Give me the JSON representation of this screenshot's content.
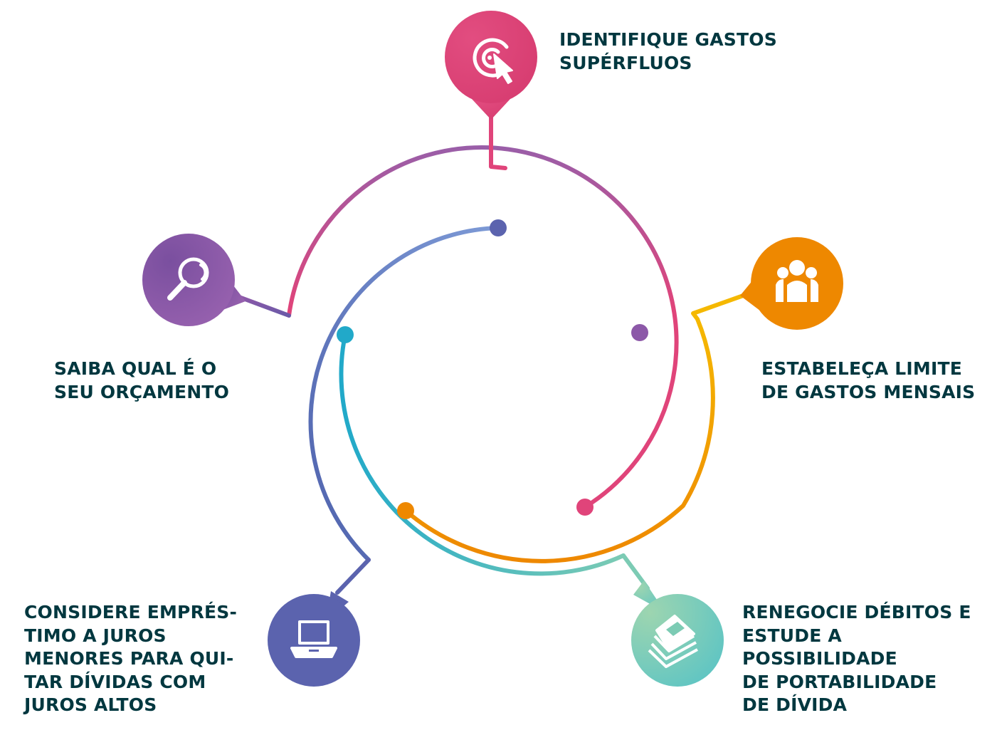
{
  "steps": {
    "identify": {
      "label": "IDENTIFIQUE GASTOS\nSUPÉRFLUOS",
      "icon": "target-cursor-icon",
      "color": "#d94177"
    },
    "limit": {
      "label": "ESTABELEÇA LIMITE\nDE GASTOS MENSAIS",
      "icon": "people-group-icon",
      "color": "#ee8800"
    },
    "renegotiate": {
      "label": "RENEGOCIE DÉBITOS E\nESTUDE A POSSIBILIDADE\nDE PORTABILIDADE\nDE DÍVIDA",
      "icon": "stacked-documents-icon",
      "color": "#7ccbb4"
    },
    "loan": {
      "label": "CONSIDERE EMPRÉS-\nTIMO A JUROS\nMENORES PARA QUI-\nTAR DÍVIDAS COM\nJUROS ALTOS",
      "icon": "laptop-icon",
      "color": "#5b63ae"
    },
    "budget": {
      "label": "SAIBA QUAL É O\nSEU ORÇAMENTO",
      "icon": "magnifier-icon",
      "color": "#8c58a8"
    }
  },
  "colors": {
    "text": "#00373f",
    "pink": "#e0447a",
    "orange": "#ee8800",
    "yellow": "#f5b800",
    "teal": "#7ccbb4",
    "cyan": "#21a9c9",
    "indigo": "#5b63ae",
    "purple": "#8c58a8"
  }
}
